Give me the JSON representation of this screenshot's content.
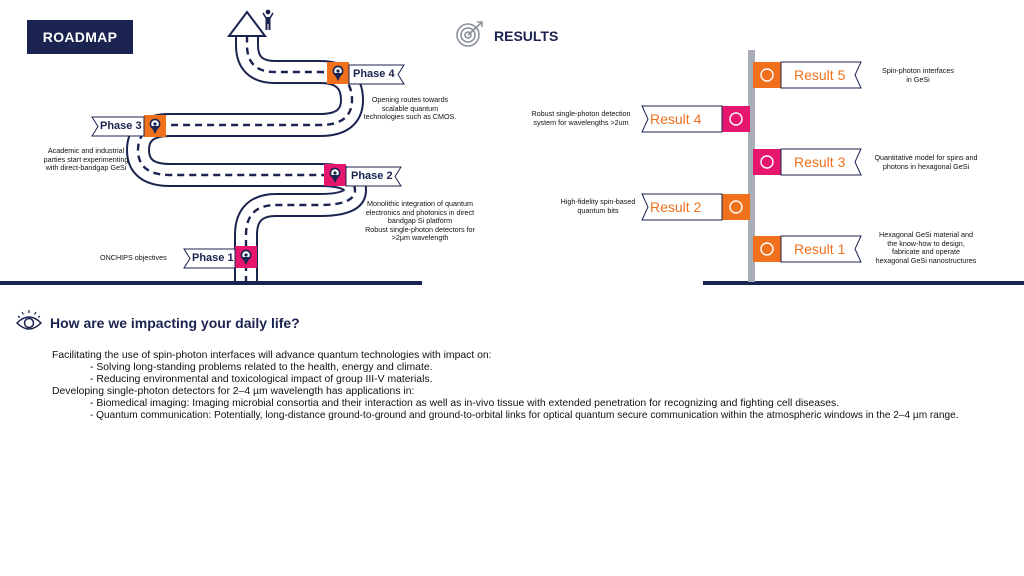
{
  "roadmap": {
    "title": "ROADMAP",
    "phases": [
      {
        "label": "Phase 1",
        "note": "ONCHIPS objectives"
      },
      {
        "label": "Phase 2",
        "note": [
          "Monolithic integration of quantum",
          "electronics and photonics in direct",
          "bandgap Si platform",
          "Robust single-photon detectors for",
          ">2µm wavelength"
        ]
      },
      {
        "label": "Phase 3",
        "note": [
          "Academic and industrial",
          "parties start experimenting",
          "with direct-bandgap GeSi"
        ]
      },
      {
        "label": "Phase 4",
        "note": [
          "Opening routes towards",
          "scalable quantum",
          "technologies such as CMOS."
        ]
      }
    ]
  },
  "results": {
    "title": "RESULTS",
    "items": [
      {
        "label": "Result 5",
        "note": [
          "Spin-photon interfaces",
          "in GeSi"
        ]
      },
      {
        "label": "Result 4",
        "note": [
          "Robust single-photon detection",
          "system for wavelengths >2um"
        ]
      },
      {
        "label": "Result 3",
        "note": [
          "Quantitative model for spins and",
          "photons in hexagonal GeSi"
        ]
      },
      {
        "label": "Result 2",
        "note": [
          "High-fidelity spin-based",
          "quantum bits"
        ]
      },
      {
        "label": "Result 1",
        "note": [
          "Hexagonal GeSi material and",
          "the know-how to design,",
          "fabricate and operate",
          "hexagonal GeSi nanostructures"
        ]
      }
    ]
  },
  "impact": {
    "heading": "How are we impacting your daily life?",
    "lines": [
      "Facilitating the use of spin-photon interfaces will advance quantum technologies with impact on:",
      "- Solving long-standing problems related to the health, energy and climate.",
      "- Reducing environmental and toxicological impact of group III-V materials.",
      "Developing single-photon detectors for 2–4 µm wavelength has applications in:",
      "- Biomedical imaging: Imaging microbial consortia and their interaction as well as in-vivo tissue with extended penetration for recognizing and fighting cell diseases.",
      "- Quantum communication: Potentially, long-distance ground-to-ground and ground-to-orbital links for optical quantum secure communication within the atmospheric windows in the 2–4 µm range."
    ]
  },
  "colors": {
    "navy": "#1b2350",
    "orange": "#f0701c",
    "pink": "#e6156e",
    "road": "#1b2350",
    "pole": "#a9aeb6"
  },
  "icons": [
    "target-icon",
    "person-celebrating-icon",
    "map-pin-icon",
    "eye-icon"
  ]
}
